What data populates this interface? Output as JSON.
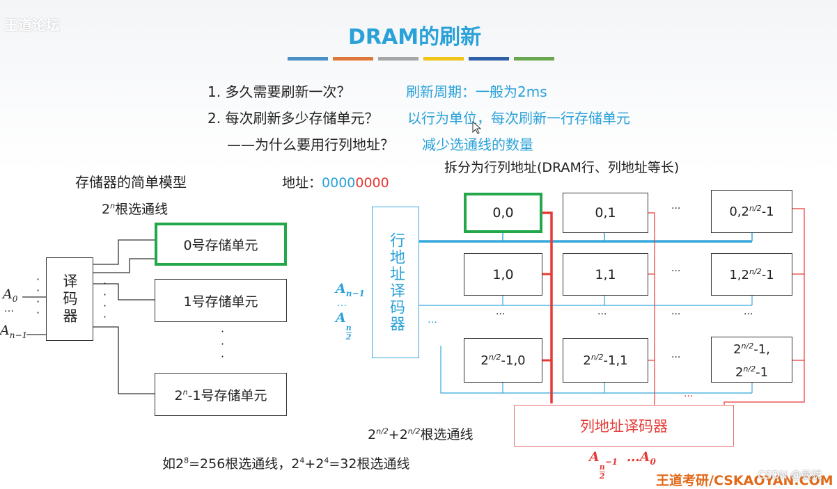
{
  "watermark_left": "王道论坛",
  "title": "DRAM的刷新",
  "title_bar_colors": [
    "#4a8fc7",
    "#e0773a",
    "#a6a6a6",
    "#f0c419",
    "#2f5fa6",
    "#6aa84f"
  ],
  "q1": "1. 多久需要刷新一次？",
  "a1": "刷新周期：一般为2ms",
  "q2": "2. 每次刷新多少存储单元？",
  "a2": "以行为单位，每次刷新一行存储单元",
  "q3": "——为什么要用行列地址？",
  "a3": "减少选通线的数量",
  "split_note": "拆分为行列地址(DRAM行、列地址等长)",
  "left_model": {
    "heading": "存储器的简单模型",
    "addr_label": "地址：",
    "addr_blue": "0000",
    "addr_red": "0000",
    "lines_base": "2",
    "lines_exp": "n",
    "lines_text": "根选通线",
    "decoder_label": "译码器",
    "a0": "A",
    "a0_sub": "0",
    "an": "A",
    "an_sub": "n−1",
    "cell0": "0号存储单元",
    "cell1": "1号存储单元",
    "celln_base": "2",
    "celln_exp": "n",
    "celln_text": "-1号存储单元"
  },
  "right_model": {
    "row_decoder": "行地址译码器",
    "row_addr_top": "A",
    "row_addr_top_sub": "n−1",
    "row_addr_bot": "A",
    "row_addr_bot_num": "n",
    "row_addr_bot_den": "2",
    "col_decoder": "列地址译码器",
    "col_addr_1": "A",
    "col_addr_1_num": "n",
    "col_addr_1_den": "2",
    "col_addr_1_sub": "−1",
    "col_addr_2": "…A",
    "col_addr_2_sub": "0",
    "cells": {
      "c00": "0,0",
      "c01": "0,1",
      "c03a": "0,2",
      "c03b": "n/2",
      "c03c": "-1",
      "c10": "1,0",
      "c11": "1,1",
      "c13a": "1,2",
      "c13b": "n/2",
      "c13c": "-1",
      "c20a": "2",
      "c20b": "n/2",
      "c20c": "-1,0",
      "c21a": "2",
      "c21b": "n/2",
      "c21c": "-1,1",
      "c23a": "2",
      "c23b": "n/2",
      "c23c": "-1,",
      "c23d": "2",
      "c23e": "n/2",
      "c23f": "-1"
    },
    "lines_a": "2",
    "lines_b": "n/2",
    "lines_c": "+2",
    "lines_d": "n/2",
    "lines_e": "根选通线"
  },
  "example": {
    "p1": "如2",
    "p1e": "8",
    "p2": "=256根选通线，2",
    "p2e": "4",
    "p3": "+2",
    "p3e": "4",
    "p4": "=32根选通线"
  },
  "watermark_right": "王道考研/CSKAOYAN.COM",
  "csdn": "CSDN @曼犹"
}
